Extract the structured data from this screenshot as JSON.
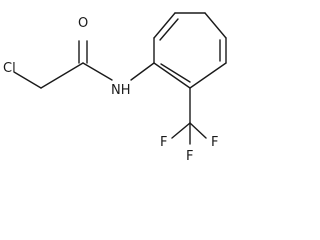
{
  "molecule": {
    "atoms": {
      "cl": "Cl",
      "o": "O",
      "nh": "NH",
      "f1": "F",
      "f2": "F",
      "f3": "F"
    }
  }
}
